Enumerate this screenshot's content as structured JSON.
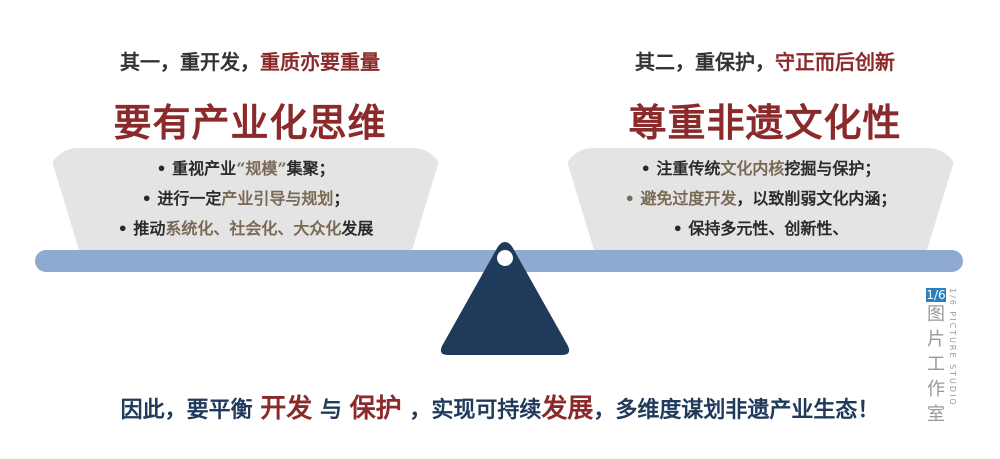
{
  "left": {
    "subtitle_a": "其一，重开发，",
    "subtitle_b": "重质亦要重量",
    "title": "要有产业化思维",
    "items": [
      {
        "a": "重视产业",
        "b": "“规模”",
        "c": "集聚；"
      },
      {
        "a": "进行一定",
        "b": "产业引导与规划",
        "c": "；"
      },
      {
        "a": "推动",
        "b": "系统化、社会化、大众化",
        "c": "发展"
      }
    ]
  },
  "right": {
    "subtitle_a": "其二，重保护，",
    "subtitle_b": "守正而后创新",
    "title": "尊重非遗文化性",
    "items": [
      {
        "a": "注重传统",
        "b": "文化内核",
        "c": "挖掘与保护；"
      },
      {
        "a": "",
        "b": "避免过度开发",
        "c": "，以致削弱文化内涵；"
      },
      {
        "a": "保持多元性、创新性、",
        "b": "",
        "c": ""
      }
    ]
  },
  "bottom": {
    "p1": "因此，要平衡 ",
    "p2": "开发",
    "p3": " 与 ",
    "p4": "保护",
    "p5": " ，实现可持续",
    "p6": "发展",
    "p7": "，多维度谋划非遗产业生态！"
  },
  "watermark": {
    "logo": "1/6",
    "name": "图片工作室",
    "en": "1/6 PICTURE STUDIO"
  },
  "colors": {
    "accent": "#8b2a2a",
    "navy": "#1f3a5a",
    "bar": "#8eaad0"
  }
}
